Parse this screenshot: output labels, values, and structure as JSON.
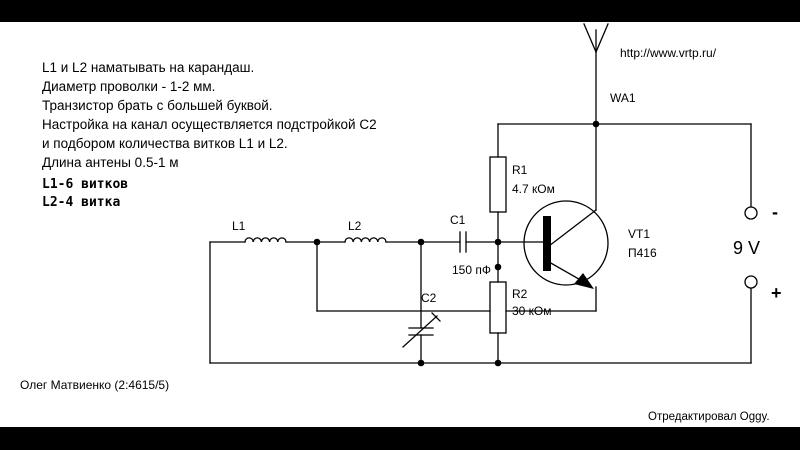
{
  "notes": [
    "L1 и L2 наматывать на карандаш.",
    "Диаметр проволки - 1-2 мм.",
    "Транзистор брать с большей буквой.",
    "Настройка на канал осуществляется подстройкой С2",
    "и подбором количества витков L1 и L2.",
    "Длина антены 0.5-1 м"
  ],
  "notes_bold": [
    "L1-6 витков",
    "L2-4 витка"
  ],
  "website": "http://www.vrtp.ru/",
  "antenna_label": "WA1",
  "components": {
    "L1": "L1",
    "L2": "L2",
    "C1_name": "C1",
    "C1_value": "150 пФ",
    "C2_name": "C2",
    "R1_name": "R1",
    "R1_value": "4.7 кОм",
    "R2_name": "R2",
    "R2_value": "30 кОм",
    "VT1_name": "VT1",
    "VT1_type": "П416"
  },
  "supply": {
    "voltage": "9 V",
    "minus": "-",
    "plus": "+"
  },
  "author": "Олег Матвиенко (2:4615/5)",
  "editor": "Отредактировал Oggy."
}
